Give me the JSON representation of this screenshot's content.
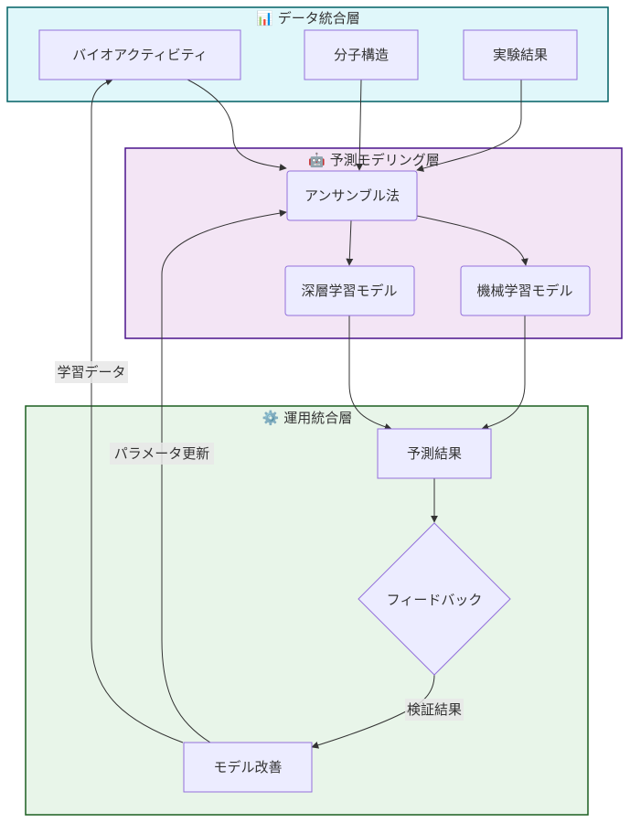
{
  "clusters": {
    "data": {
      "label": "📊 データ統合層",
      "fill": "#e0f7fa",
      "stroke": "#006064"
    },
    "model": {
      "label": "🤖 予測モデリング層",
      "fill": "#f3e5f5",
      "stroke": "#4a148c"
    },
    "ops": {
      "label": "⚙️ 運用統合層",
      "fill": "#e8f5e9",
      "stroke": "#1b5e20"
    }
  },
  "nodes": {
    "bio": "バイオアクティビティ",
    "mol": "分子構造",
    "exp": "実験結果",
    "ens": "アンサンブル法",
    "dl": "深層学習モデル",
    "ml": "機械学習モデル",
    "pred": "予測結果",
    "fb": "フィードバック",
    "imp": "モデル改善"
  },
  "edge_labels": {
    "training_data": "学習データ",
    "param_update": "パラメータ更新",
    "validation": "検証結果"
  },
  "colors": {
    "node_fill": "#ececff",
    "node_stroke": "#9370db",
    "edge": "#333333",
    "label_bg": "#e8e8e8"
  }
}
